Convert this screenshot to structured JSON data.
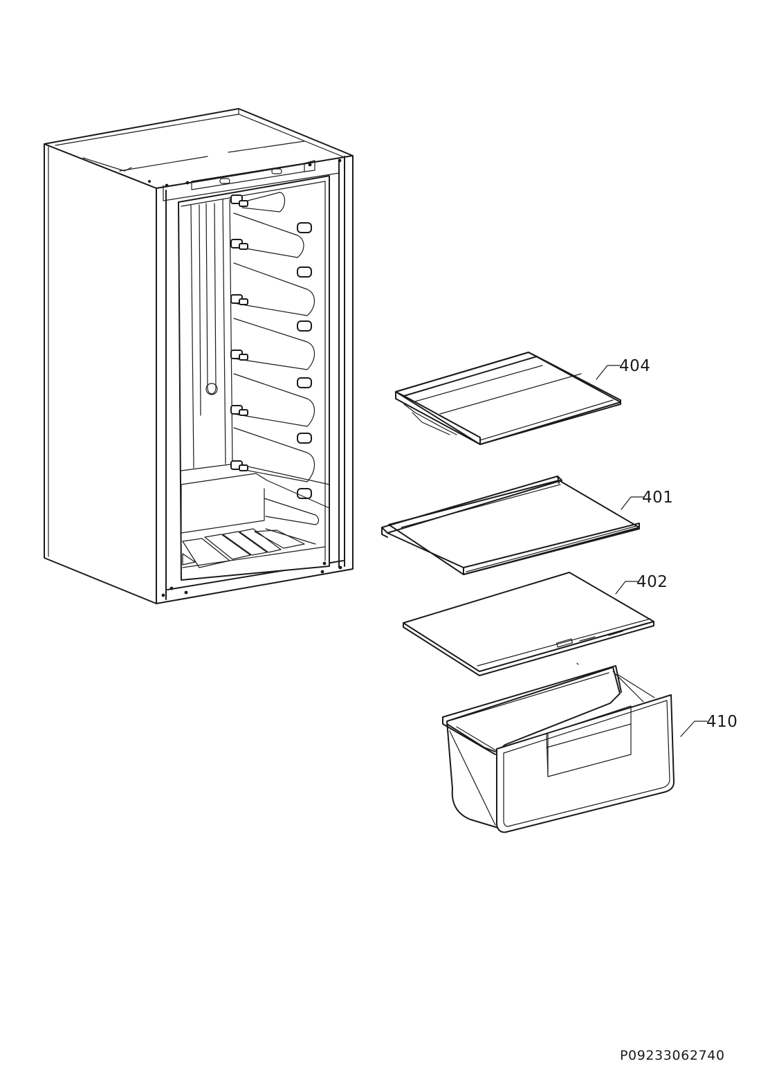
{
  "callouts": [
    {
      "id": "shelf-404",
      "label": "404"
    },
    {
      "id": "shelf-401",
      "label": "401"
    },
    {
      "id": "shelf-402",
      "label": "402"
    },
    {
      "id": "drawer-410",
      "label": "410"
    }
  ],
  "document_code": "P09233062740"
}
